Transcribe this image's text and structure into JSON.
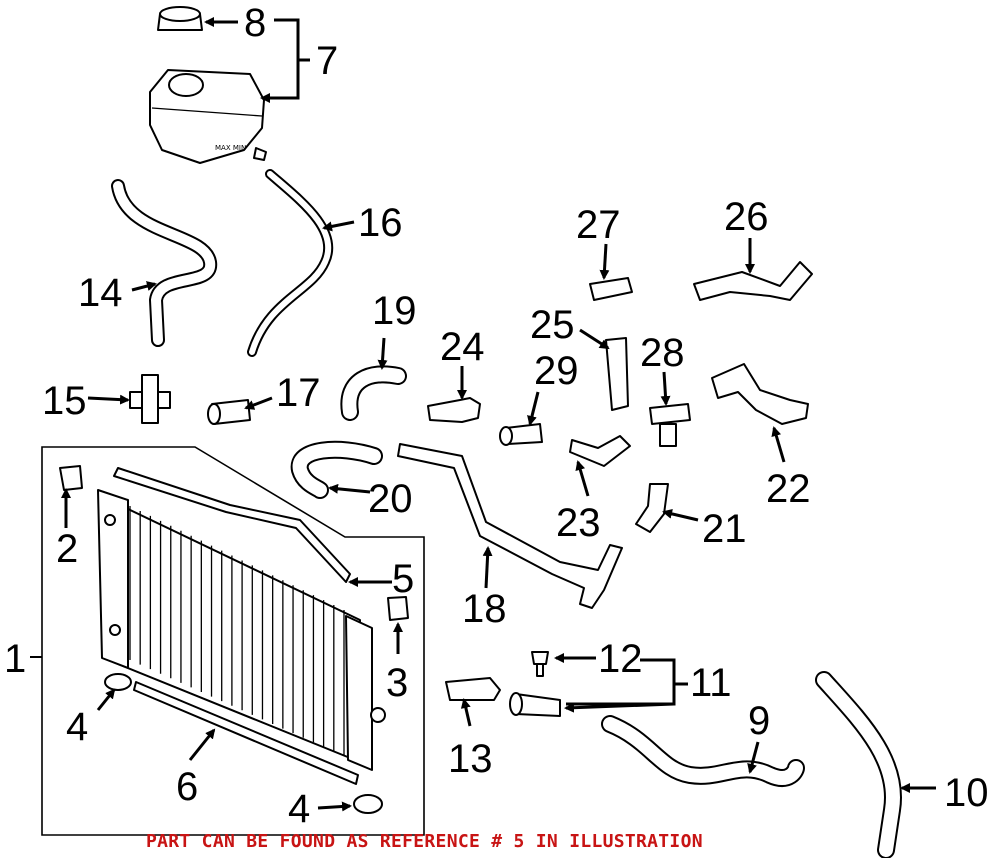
{
  "footer_note": "PART CAN BE FOUND AS REFERENCE # 5 IN ILLUSTRATION",
  "callouts": {
    "n1": "1",
    "n2": "2",
    "n3": "3",
    "n4a": "4",
    "n4b": "4",
    "n5": "5",
    "n6": "6",
    "n7": "7",
    "n8": "8",
    "n9": "9",
    "n10": "10",
    "n11": "11",
    "n12": "12",
    "n13": "13",
    "n14": "14",
    "n15": "15",
    "n16": "16",
    "n17": "17",
    "n18": "18",
    "n19": "19",
    "n20": "20",
    "n21": "21",
    "n22": "22",
    "n23": "23",
    "n24": "24",
    "n25": "25",
    "n26": "26",
    "n27": "27",
    "n28": "28",
    "n29": "29"
  },
  "reservoir_mark": "MAX\nMIN",
  "colors": {
    "line": "#000000",
    "footer": "#c81414",
    "background": "#ffffff"
  }
}
